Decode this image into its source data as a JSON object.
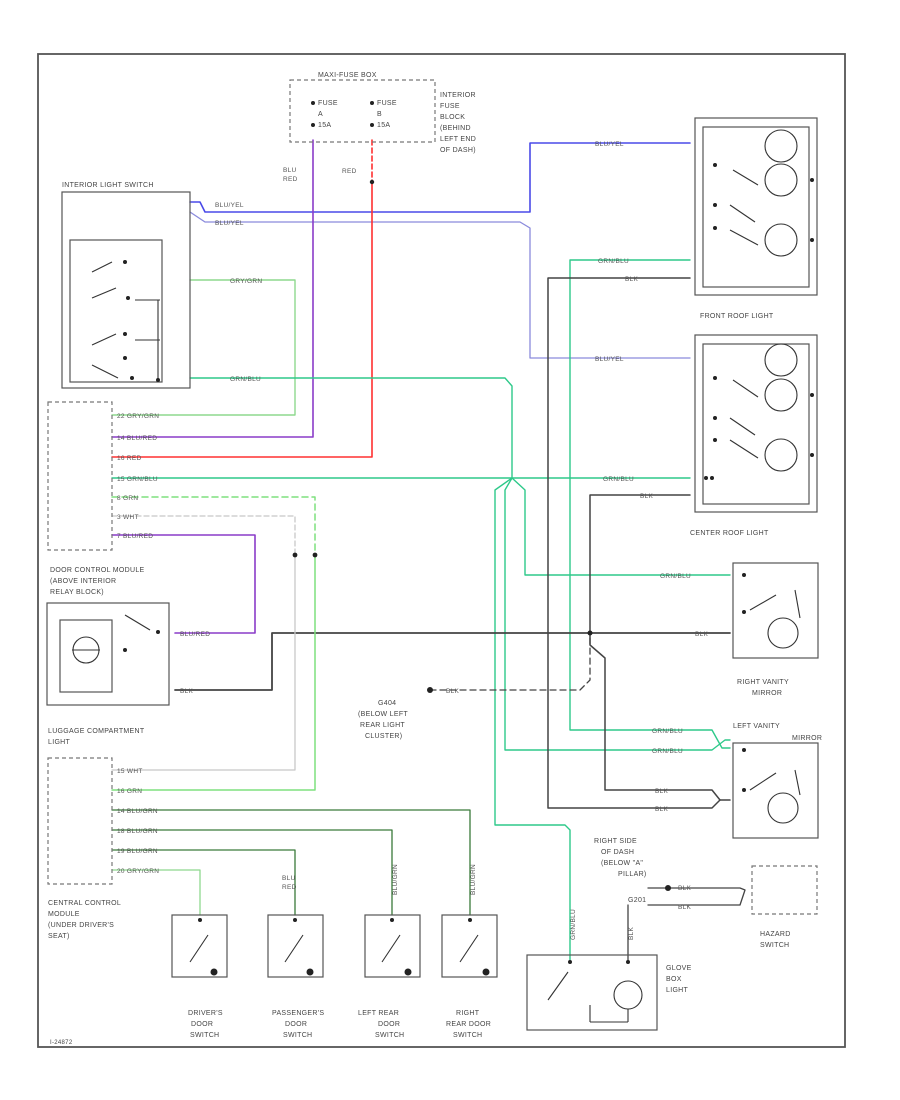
{
  "colors": {
    "blu_yel": "#4a4ae8",
    "blu_red": "#8a3cc8",
    "red": "#ff3030",
    "grn_blu": "#2ec98a",
    "grn": "#7ee07e",
    "gry_grn": "#8ed88e",
    "wht": "#c8c8c8",
    "blk": "#444444",
    "blu_yel_lt": "#8a8adc",
    "grn_yel": "#3cbf3c"
  },
  "components": {
    "fuse_box_title": "MAXI-FUSE BOX",
    "fuse_a": [
      "FUSE",
      "A",
      "15A"
    ],
    "fuse_b": [
      "FUSE",
      "B",
      "15A"
    ],
    "fuse_block_desc": [
      "INTERIOR",
      "FUSE",
      "BLOCK",
      "(BEHIND",
      "LEFT END",
      "OF DASH)"
    ],
    "interior_switch": "INTERIOR LIGHT SWITCH",
    "front_roof": "FRONT ROOF LIGHT",
    "center_roof": "CENTER ROOF LIGHT",
    "right_vanity": [
      "RIGHT VANITY",
      "MIRROR"
    ],
    "left_vanity": [
      "LEFT VANITY",
      "MIRROR"
    ],
    "door_module": [
      "DOOR CONTROL MODULE",
      "(ABOVE INTERIOR",
      "RELAY BLOCK)"
    ],
    "luggage": [
      "LUGGAGE COMPARTMENT",
      "LIGHT"
    ],
    "ground_left": [
      "G404",
      "(BELOW LEFT",
      "REAR LIGHT",
      "CLUSTER)"
    ],
    "ground_right": [
      "RIGHT SIDE",
      "OF DASH",
      "(BELOW \"A\"",
      "PILLAR)",
      "G201"
    ],
    "hazard": [
      "HAZARD",
      "SWITCH"
    ],
    "glove": [
      "GLOVE",
      "BOX",
      "LIGHT"
    ],
    "central_module": [
      "CENTRAL CONTROL",
      "MODULE",
      "(UNDER DRIVER'S",
      "SEAT)"
    ],
    "drivers_door": [
      "DRIVER'S",
      "DOOR",
      "SWITCH"
    ],
    "passengers_door": [
      "PASSENGER'S",
      "DOOR",
      "SWITCH"
    ],
    "left_rear_door": [
      "LEFT REAR",
      "DOOR",
      "SWITCH"
    ],
    "right_rear_door": [
      "RIGHT",
      "REAR DOOR",
      "SWITCH"
    ],
    "footer_code": "I-24872"
  },
  "wires": {
    "blu_red_top": [
      "BLU",
      "RED"
    ],
    "red_top": "RED",
    "sw_out1": "BLU/YEL",
    "sw_out2": "BLU/YEL",
    "sw_out3": "GRY/GRN",
    "sw_out4": "GRN/BLU",
    "fr_in1": "BLU/YEL",
    "fr_in2": "GRN/BLU",
    "fr_in3": "BLK",
    "cr_in1": "BLU/YEL",
    "cr_in2": "GRN/BLU",
    "cr_in3": "BLK",
    "rv_in1": "GRN/BLU",
    "rv_in2": "BLK",
    "lv_in1": "GRN/BLU",
    "lv_in2": "GRN/BLU",
    "lv_in3": "BLK",
    "lv_in4": "BLK",
    "mod1_a": "22 GRY/GRN",
    "mod1_b": "14 BLU/RED",
    "mod1_c": "16 RED",
    "mod1_d": "15 GRN/BLU",
    "mod1_e": "8 GRN",
    "mod1_f": "3 WHT",
    "mod1_g": "7 BLU/RED",
    "dcm_out": "BLU/RED",
    "dcm_gnd": "BLK",
    "g404": "BLK",
    "mod2_a": "15 WHT",
    "mod2_b": "16 GRN",
    "mod2_c": "14 BLU/GRN",
    "mod2_d": "18 BLU/GRN",
    "mod2_e": "19 BLU/GRN",
    "mod2_f": "20 GRY/GRN",
    "pass_sw": [
      "BLU",
      "RED"
    ],
    "lr_sw": "BLU/GRN",
    "rr_sw": "BLU/GRN",
    "glove_sw": "GRN/BLU",
    "glove_lamp": "BLK",
    "haz1": "BLK",
    "haz2": "BLK"
  }
}
